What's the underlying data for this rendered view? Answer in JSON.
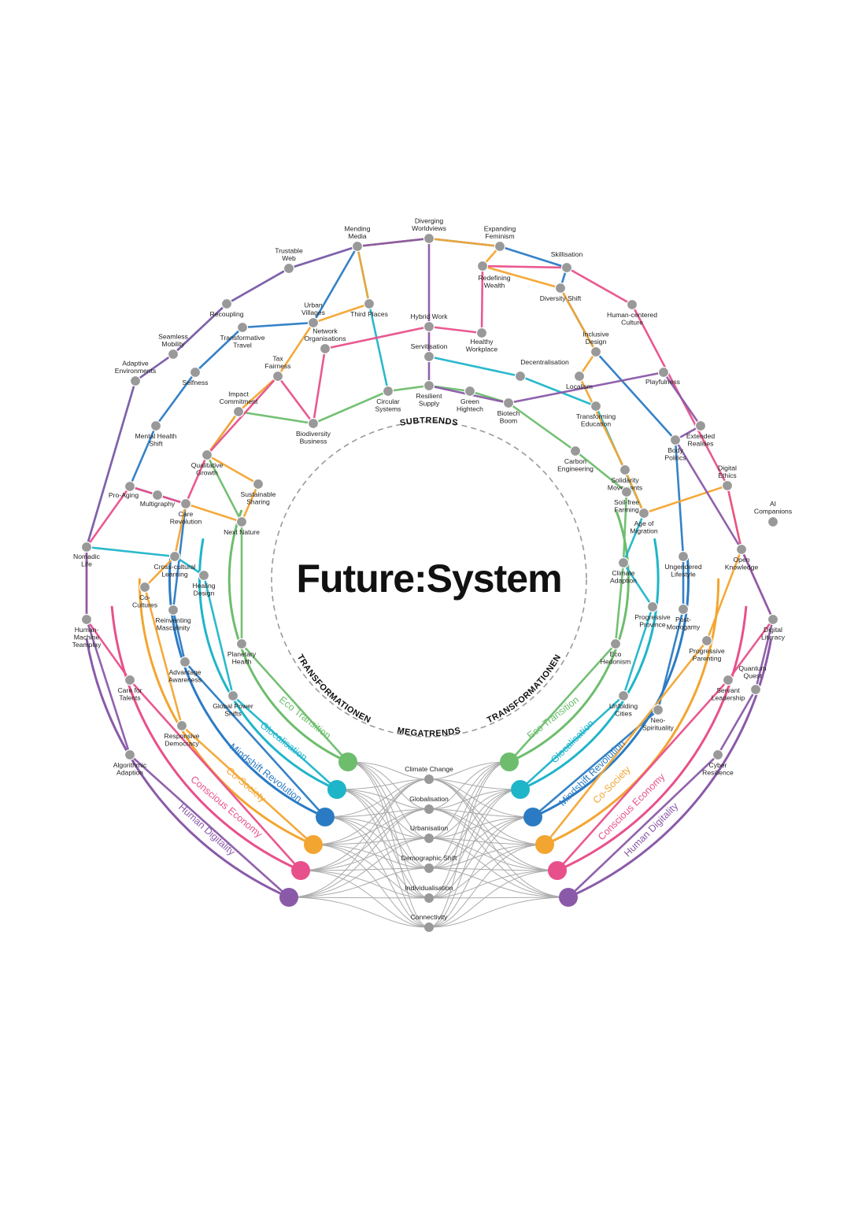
{
  "title": "Future:System",
  "labels": {
    "subtrends": "SUBTRENDS",
    "megatrends": "MEGATRENDS",
    "transformationen_left": "TRANSFORMATIONEN",
    "transformationen_right": "TRANSFORMATIONEN"
  },
  "colors": {
    "eco": "#6dbd6d",
    "glocal": "#1fb5c9",
    "mindshift": "#2b7bc4",
    "cosociety": "#f3a531",
    "conscious": "#e8508b",
    "human": "#8a5aa8",
    "node": "#999999",
    "link": "#aaaaaa"
  },
  "transformations": [
    {
      "name": "Eco Transition",
      "color": "#6dbd6d"
    },
    {
      "name": "Glocalisation",
      "color": "#1fb5c9"
    },
    {
      "name": "Mindshift Revolution",
      "color": "#2b7bc4"
    },
    {
      "name": "Co-Society",
      "color": "#f3a531"
    },
    {
      "name": "Conscious Economy",
      "color": "#e8508b"
    },
    {
      "name": "Human Digitality",
      "color": "#8a5aa8"
    }
  ],
  "megatrends": [
    "Climate Change",
    "Globalisation",
    "Urbanisation",
    "Demographic Shift",
    "Individualisation",
    "Connectivity"
  ],
  "subtrends": [
    {
      "lines": [
        "Diverging",
        "Worldviews"
      ]
    },
    {
      "lines": [
        "Expanding",
        "Feminism"
      ]
    },
    {
      "lines": [
        "Mending",
        "Media"
      ]
    },
    {
      "lines": [
        "Skillisation"
      ]
    },
    {
      "lines": [
        "Trustable",
        "Web"
      ]
    },
    {
      "lines": [
        "Redefining",
        "Wealth"
      ]
    },
    {
      "lines": [
        "Diversity Shift"
      ]
    },
    {
      "lines": [
        "Human-centered",
        "Culture"
      ]
    },
    {
      "lines": [
        "Recoupling"
      ]
    },
    {
      "lines": [
        "Urban",
        "Villages"
      ]
    },
    {
      "lines": [
        "Third Places"
      ]
    },
    {
      "lines": [
        "Hybrid Work"
      ]
    },
    {
      "lines": [
        "Transformative",
        "Travel"
      ]
    },
    {
      "lines": [
        "Inclusive",
        "Design"
      ]
    },
    {
      "lines": [
        "Healthy",
        "Workplace"
      ]
    },
    {
      "lines": [
        "Servitisation"
      ]
    },
    {
      "lines": [
        "Network",
        "Organisations"
      ]
    },
    {
      "lines": [
        "Seamless",
        "Mobility"
      ]
    },
    {
      "lines": [
        "Tax",
        "Fairness"
      ]
    },
    {
      "lines": [
        "Decentralisation"
      ]
    },
    {
      "lines": [
        "Selfness"
      ]
    },
    {
      "lines": [
        "Localism"
      ]
    },
    {
      "lines": [
        "Playfulness"
      ]
    },
    {
      "lines": [
        "Adaptive",
        "Environments"
      ]
    },
    {
      "lines": [
        "Impact",
        "Commitment"
      ]
    },
    {
      "lines": [
        "Circular",
        "Systems"
      ]
    },
    {
      "lines": [
        "Resilient",
        "Supply"
      ]
    },
    {
      "lines": [
        "Green",
        "Hightech"
      ]
    },
    {
      "lines": [
        "Biotech",
        "Boom"
      ]
    },
    {
      "lines": [
        "Transforming",
        "Education"
      ]
    },
    {
      "lines": [
        "Mental Health",
        "Shift"
      ]
    },
    {
      "lines": [
        "Biodiversity",
        "Business"
      ]
    },
    {
      "lines": [
        "Extended",
        "Realities"
      ]
    },
    {
      "lines": [
        "Body",
        "Politics"
      ]
    },
    {
      "lines": [
        "Carbon",
        "Engineering"
      ]
    },
    {
      "lines": [
        "Qualitative",
        "Growth"
      ]
    },
    {
      "lines": [
        "Sustainable",
        "Sharing"
      ]
    },
    {
      "lines": [
        "Digital",
        "Ethics"
      ]
    },
    {
      "lines": [
        "Solidarity",
        "Movements"
      ]
    },
    {
      "lines": [
        "Pro-Aging"
      ]
    },
    {
      "lines": [
        "Multigraphy"
      ]
    },
    {
      "lines": [
        "Care",
        "Revolution"
      ]
    },
    {
      "lines": [
        "Soil-free",
        "Farming"
      ]
    },
    {
      "lines": [
        "Age of",
        "Migration"
      ]
    },
    {
      "lines": [
        "Next Nature"
      ]
    },
    {
      "lines": [
        "AI",
        "Companions"
      ]
    },
    {
      "lines": [
        "Nomadic",
        "Life"
      ]
    },
    {
      "lines": [
        "Open",
        "Knowledge"
      ]
    },
    {
      "lines": [
        "Cross-cultural",
        "Learning"
      ]
    },
    {
      "lines": [
        "Ungendered",
        "Lifestyle"
      ]
    },
    {
      "lines": [
        "Climate",
        "Adaption"
      ]
    },
    {
      "lines": [
        "Healing",
        "Design"
      ]
    },
    {
      "lines": [
        "Co-",
        "Cultures"
      ]
    },
    {
      "lines": [
        "Post-",
        "Monogamy"
      ]
    },
    {
      "lines": [
        "Progressive",
        "Province"
      ]
    },
    {
      "lines": [
        "Reinventing",
        "Masculinity"
      ]
    },
    {
      "lines": [
        "Human-",
        "Machine",
        "Teamplay"
      ]
    },
    {
      "lines": [
        "Digital",
        "Literacy"
      ]
    },
    {
      "lines": [
        "Progressive",
        "Parenting"
      ]
    },
    {
      "lines": [
        "Planetary",
        "Health"
      ]
    },
    {
      "lines": [
        "Eco",
        "Hedonism"
      ]
    },
    {
      "lines": [
        "Advantage",
        "Awareness"
      ]
    },
    {
      "lines": [
        "Quantum",
        "Quest"
      ]
    },
    {
      "lines": [
        "Care for",
        "Talents"
      ]
    },
    {
      "lines": [
        "Servant",
        "Leadership"
      ]
    },
    {
      "lines": [
        "Global Power",
        "Shifts"
      ]
    },
    {
      "lines": [
        "Unfolding",
        "Cities"
      ]
    },
    {
      "lines": [
        "Neo-",
        "Spirituality"
      ]
    },
    {
      "lines": [
        "Responsive",
        "Democracy"
      ]
    },
    {
      "lines": [
        "Algorithmic",
        "Adaption"
      ]
    },
    {
      "lines": [
        "Cyber",
        "Resilience"
      ]
    }
  ]
}
